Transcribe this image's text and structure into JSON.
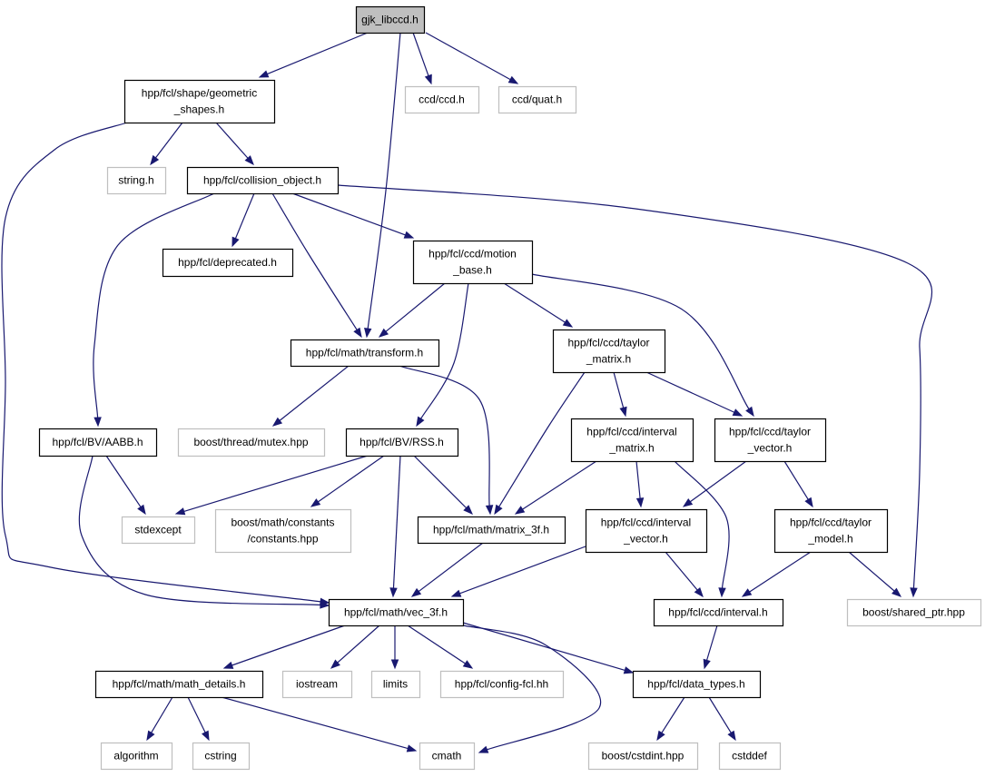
{
  "colors": {
    "edge": "#191970",
    "root_fill": "#bfbfbf",
    "documented_border": "#000000",
    "external_border": "#bfbfbf",
    "text": "#000000"
  },
  "nodes": [
    {
      "id": "gjk_libccd_h",
      "lines": [
        "gjk_libccd.h"
      ],
      "kind": "root"
    },
    {
      "id": "geometric_shapes_h",
      "lines": [
        "hpp/fcl/shape/geometric",
        "_shapes.h"
      ],
      "kind": "documented"
    },
    {
      "id": "ccd_ccd_h",
      "lines": [
        "ccd/ccd.h"
      ],
      "kind": "external"
    },
    {
      "id": "ccd_quat_h",
      "lines": [
        "ccd/quat.h"
      ],
      "kind": "external"
    },
    {
      "id": "string_h",
      "lines": [
        "string.h"
      ],
      "kind": "external"
    },
    {
      "id": "collision_object_h",
      "lines": [
        "hpp/fcl/collision_object.h"
      ],
      "kind": "documented"
    },
    {
      "id": "deprecated_h",
      "lines": [
        "hpp/fcl/deprecated.h"
      ],
      "kind": "documented"
    },
    {
      "id": "motion_base_h",
      "lines": [
        "hpp/fcl/ccd/motion",
        "_base.h"
      ],
      "kind": "documented"
    },
    {
      "id": "transform_h",
      "lines": [
        "hpp/fcl/math/transform.h"
      ],
      "kind": "documented"
    },
    {
      "id": "taylor_matrix_h",
      "lines": [
        "hpp/fcl/ccd/taylor",
        "_matrix.h"
      ],
      "kind": "documented"
    },
    {
      "id": "aabb_h",
      "lines": [
        "hpp/fcl/BV/AABB.h"
      ],
      "kind": "documented"
    },
    {
      "id": "mutex_hpp",
      "lines": [
        "boost/thread/mutex.hpp"
      ],
      "kind": "external"
    },
    {
      "id": "rss_h",
      "lines": [
        "hpp/fcl/BV/RSS.h"
      ],
      "kind": "documented"
    },
    {
      "id": "interval_matrix_h",
      "lines": [
        "hpp/fcl/ccd/interval",
        "_matrix.h"
      ],
      "kind": "documented"
    },
    {
      "id": "taylor_vector_h",
      "lines": [
        "hpp/fcl/ccd/taylor",
        "_vector.h"
      ],
      "kind": "documented"
    },
    {
      "id": "stdexcept",
      "lines": [
        "stdexcept"
      ],
      "kind": "external"
    },
    {
      "id": "constants_hpp",
      "lines": [
        "boost/math/constants",
        "/constants.hpp"
      ],
      "kind": "external"
    },
    {
      "id": "matrix_3f_h",
      "lines": [
        "hpp/fcl/math/matrix_3f.h"
      ],
      "kind": "documented"
    },
    {
      "id": "interval_vector_h",
      "lines": [
        "hpp/fcl/ccd/interval",
        "_vector.h"
      ],
      "kind": "documented"
    },
    {
      "id": "taylor_model_h",
      "lines": [
        "hpp/fcl/ccd/taylor",
        "_model.h"
      ],
      "kind": "documented"
    },
    {
      "id": "vec_3f_h",
      "lines": [
        "hpp/fcl/math/vec_3f.h"
      ],
      "kind": "documented"
    },
    {
      "id": "interval_h",
      "lines": [
        "hpp/fcl/ccd/interval.h"
      ],
      "kind": "documented"
    },
    {
      "id": "shared_ptr_hpp",
      "lines": [
        "boost/shared_ptr.hpp"
      ],
      "kind": "external"
    },
    {
      "id": "math_details_h",
      "lines": [
        "hpp/fcl/math/math_details.h"
      ],
      "kind": "documented"
    },
    {
      "id": "iostream",
      "lines": [
        "iostream"
      ],
      "kind": "external"
    },
    {
      "id": "limits",
      "lines": [
        "limits"
      ],
      "kind": "external"
    },
    {
      "id": "config_fcl_hh",
      "lines": [
        "hpp/fcl/config-fcl.hh"
      ],
      "kind": "external"
    },
    {
      "id": "data_types_h",
      "lines": [
        "hpp/fcl/data_types.h"
      ],
      "kind": "documented"
    },
    {
      "id": "algorithm",
      "lines": [
        "algorithm"
      ],
      "kind": "external"
    },
    {
      "id": "cstring",
      "lines": [
        "cstring"
      ],
      "kind": "external"
    },
    {
      "id": "cmath",
      "lines": [
        "cmath"
      ],
      "kind": "external"
    },
    {
      "id": "cstdint_hpp",
      "lines": [
        "boost/cstdint.hpp"
      ],
      "kind": "external"
    },
    {
      "id": "cstddef",
      "lines": [
        "cstddef"
      ],
      "kind": "external"
    }
  ],
  "edges": [
    {
      "from": "gjk_libccd_h",
      "to": "geometric_shapes_h"
    },
    {
      "from": "gjk_libccd_h",
      "to": "transform_h"
    },
    {
      "from": "gjk_libccd_h",
      "to": "ccd_ccd_h"
    },
    {
      "from": "gjk_libccd_h",
      "to": "ccd_quat_h"
    },
    {
      "from": "geometric_shapes_h",
      "to": "string_h"
    },
    {
      "from": "geometric_shapes_h",
      "to": "collision_object_h"
    },
    {
      "from": "geometric_shapes_h",
      "to": "vec_3f_h"
    },
    {
      "from": "collision_object_h",
      "to": "deprecated_h"
    },
    {
      "from": "collision_object_h",
      "to": "motion_base_h"
    },
    {
      "from": "collision_object_h",
      "to": "transform_h"
    },
    {
      "from": "collision_object_h",
      "to": "aabb_h"
    },
    {
      "from": "collision_object_h",
      "to": "shared_ptr_hpp"
    },
    {
      "from": "motion_base_h",
      "to": "transform_h"
    },
    {
      "from": "motion_base_h",
      "to": "taylor_matrix_h"
    },
    {
      "from": "motion_base_h",
      "to": "rss_h"
    },
    {
      "from": "motion_base_h",
      "to": "taylor_vector_h"
    },
    {
      "from": "transform_h",
      "to": "mutex_hpp"
    },
    {
      "from": "transform_h",
      "to": "matrix_3f_h"
    },
    {
      "from": "taylor_matrix_h",
      "to": "interval_matrix_h"
    },
    {
      "from": "taylor_matrix_h",
      "to": "taylor_vector_h"
    },
    {
      "from": "taylor_matrix_h",
      "to": "matrix_3f_h"
    },
    {
      "from": "aabb_h",
      "to": "stdexcept"
    },
    {
      "from": "aabb_h",
      "to": "vec_3f_h"
    },
    {
      "from": "rss_h",
      "to": "stdexcept"
    },
    {
      "from": "rss_h",
      "to": "constants_hpp"
    },
    {
      "from": "rss_h",
      "to": "matrix_3f_h"
    },
    {
      "from": "rss_h",
      "to": "vec_3f_h"
    },
    {
      "from": "interval_matrix_h",
      "to": "matrix_3f_h"
    },
    {
      "from": "interval_matrix_h",
      "to": "interval_vector_h"
    },
    {
      "from": "interval_matrix_h",
      "to": "interval_h"
    },
    {
      "from": "taylor_vector_h",
      "to": "interval_vector_h"
    },
    {
      "from": "taylor_vector_h",
      "to": "taylor_model_h"
    },
    {
      "from": "matrix_3f_h",
      "to": "vec_3f_h"
    },
    {
      "from": "interval_vector_h",
      "to": "vec_3f_h"
    },
    {
      "from": "interval_vector_h",
      "to": "interval_h"
    },
    {
      "from": "taylor_model_h",
      "to": "interval_h"
    },
    {
      "from": "taylor_model_h",
      "to": "shared_ptr_hpp"
    },
    {
      "from": "vec_3f_h",
      "to": "math_details_h"
    },
    {
      "from": "vec_3f_h",
      "to": "iostream"
    },
    {
      "from": "vec_3f_h",
      "to": "limits"
    },
    {
      "from": "vec_3f_h",
      "to": "config_fcl_hh"
    },
    {
      "from": "vec_3f_h",
      "to": "data_types_h"
    },
    {
      "from": "vec_3f_h",
      "to": "cmath"
    },
    {
      "from": "interval_h",
      "to": "data_types_h"
    },
    {
      "from": "math_details_h",
      "to": "algorithm"
    },
    {
      "from": "math_details_h",
      "to": "cstring"
    },
    {
      "from": "math_details_h",
      "to": "cmath"
    },
    {
      "from": "data_types_h",
      "to": "cstdint_hpp"
    },
    {
      "from": "data_types_h",
      "to": "cstddef"
    }
  ]
}
